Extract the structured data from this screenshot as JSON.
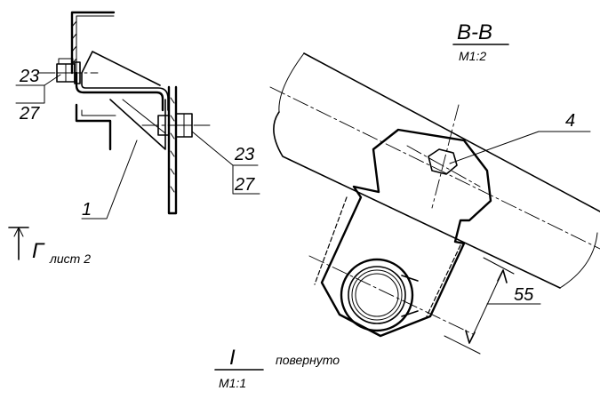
{
  "labels": {
    "callout_23_left": "23",
    "callout_27_left": "27",
    "callout_23_right": "23",
    "callout_27_right": "27",
    "callout_1": "1",
    "callout_4": "4",
    "dimension_55": "55",
    "section_title": "В-В",
    "section_scale": "М1:2",
    "view_marker": "Г",
    "view_sheet": "лист 2",
    "detail_number": "I",
    "detail_scale": "М1:1",
    "detail_note": "повернуто"
  }
}
